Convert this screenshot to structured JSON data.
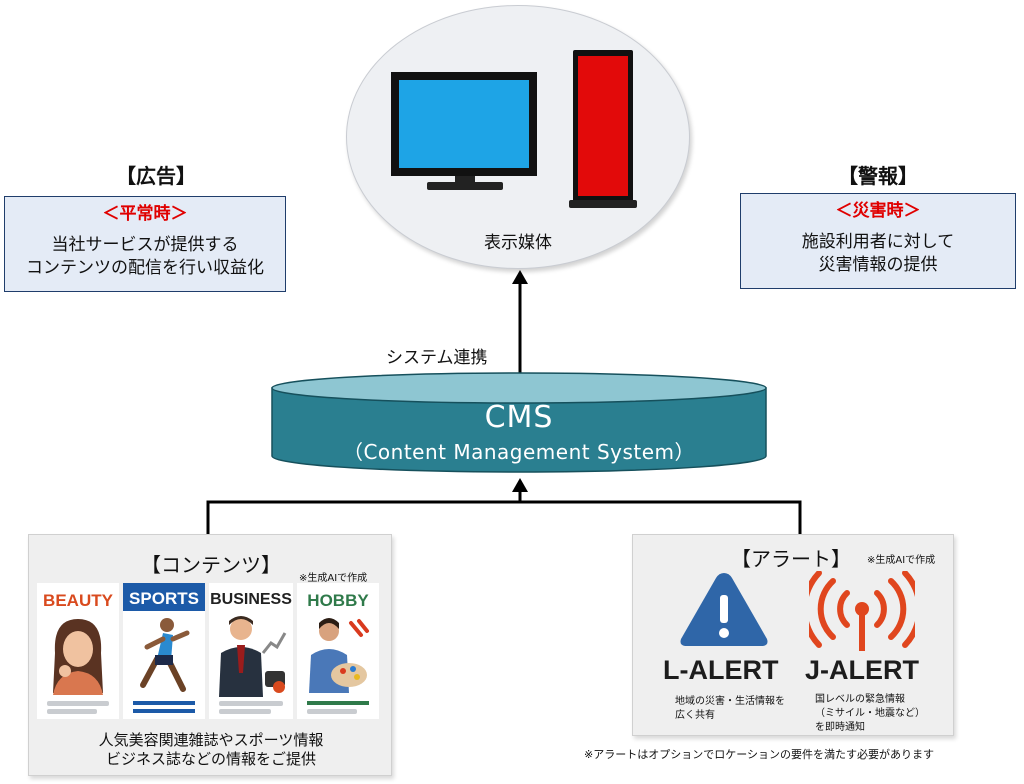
{
  "media": {
    "label": "表示媒体",
    "monitor_color": "#1ea4e6",
    "signage_color": "#e20a0a"
  },
  "ads": {
    "heading": "【広告】",
    "mode": "＜平常時＞",
    "line1": "当社サービスが提供する",
    "line2": "コンテンツの配信を行い収益化"
  },
  "warning": {
    "heading": "【警報】",
    "mode": "＜災害時＞",
    "line1": "施設利用者に対して",
    "line2": "災害情報の提供"
  },
  "link_label": "システム連携",
  "cms": {
    "title": "CMS",
    "subtitle": "（Content Management System）",
    "color": "#2a7f90"
  },
  "contents": {
    "title": "【コンテンツ】",
    "ai_note": "※生成AIで作成",
    "cards": [
      {
        "label": "BEAUTY",
        "color": "#d94a1e"
      },
      {
        "label": "SPORTS",
        "color": "#ffffff",
        "bg": "#1c5aa8"
      },
      {
        "label": "BUSINESS",
        "color": "#222222"
      },
      {
        "label": "HOBBY",
        "color": "#2f7a4a"
      }
    ],
    "desc1": "人気美容関連雑誌やスポーツ情報",
    "desc2": "ビジネス誌などの情報をご提供"
  },
  "alerts": {
    "title": "【アラート】",
    "ai_note": "※生成AIで作成",
    "l_alert": {
      "name": "L-ALERT",
      "desc1": "地域の災害・生活情報を",
      "desc2": "広く共有",
      "icon": "warning-triangle-icon",
      "color": "#2f66a8"
    },
    "j_alert": {
      "name": "J-ALERT",
      "desc1": "国レベルの緊急情報",
      "desc2": "（ミサイル・地震など）",
      "desc3": "を即時通知",
      "icon": "broadcast-antenna-icon",
      "color": "#e0461e"
    },
    "footnote": "※アラートはオプションでロケーションの要件を満たす必要があります"
  }
}
